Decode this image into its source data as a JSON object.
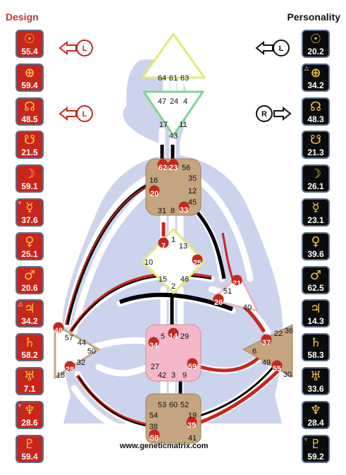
{
  "headers": {
    "design": "Design",
    "personality": "Personality"
  },
  "design": [
    {
      "glyph": "☉",
      "value": "55.4",
      "mark": ""
    },
    {
      "glyph": "⊕",
      "value": "59.4",
      "mark": ""
    },
    {
      "glyph": "☊",
      "value": "48.5",
      "mark": ""
    },
    {
      "glyph": "☋",
      "value": "21.5",
      "mark": ""
    },
    {
      "glyph": "☽",
      "value": "59.1",
      "mark": ""
    },
    {
      "glyph": "☿",
      "value": "37.6",
      "mark": "▿"
    },
    {
      "glyph": "♀",
      "value": "25.1",
      "mark": ""
    },
    {
      "glyph": "♂",
      "value": "20.6",
      "mark": ""
    },
    {
      "glyph": "♃",
      "value": "34.2",
      "mark": "△"
    },
    {
      "glyph": "♄",
      "value": "58.2",
      "mark": ""
    },
    {
      "glyph": "♅",
      "value": "7.1",
      "mark": ""
    },
    {
      "glyph": "♆",
      "value": "28.6",
      "mark": "▿"
    },
    {
      "glyph": "♇",
      "value": "59.4",
      "mark": ""
    }
  ],
  "personality": [
    {
      "glyph": "☉",
      "value": "20.2",
      "mark": ""
    },
    {
      "glyph": "⊕",
      "value": "34.2",
      "mark": "△"
    },
    {
      "glyph": "☊",
      "value": "48.3",
      "mark": ""
    },
    {
      "glyph": "☋",
      "value": "21.3",
      "mark": ""
    },
    {
      "glyph": "☽",
      "value": "26.1",
      "mark": ""
    },
    {
      "glyph": "☿",
      "value": "23.1",
      "mark": ""
    },
    {
      "glyph": "♀",
      "value": "39.6",
      "mark": ""
    },
    {
      "glyph": "♂",
      "value": "62.5",
      "mark": ""
    },
    {
      "glyph": "♃",
      "value": "14.3",
      "mark": ""
    },
    {
      "glyph": "♄",
      "value": "58.3",
      "mark": ""
    },
    {
      "glyph": "♅",
      "value": "33.6",
      "mark": ""
    },
    {
      "glyph": "♆",
      "value": "28.4",
      "mark": ""
    },
    {
      "glyph": "♇",
      "value": "59.2",
      "mark": "▿"
    }
  ],
  "arrows": {
    "design_sun": "L",
    "design_node": "L",
    "personality_sun": "L",
    "personality_node": "R"
  },
  "gates": {
    "g64": "64",
    "g61": "61",
    "g63": "63",
    "g47": "47",
    "g24": "24",
    "g4": "4",
    "g17": "17",
    "g11": "11",
    "g43": "43",
    "g62": "62",
    "g23": "23",
    "g56": "56",
    "g16": "16",
    "g35": "35",
    "g20": "20",
    "g12": "12",
    "g45": "45",
    "g31": "31",
    "g8": "8",
    "g33": "33",
    "g7": "7",
    "g1": "1",
    "g13": "13",
    "g10": "10",
    "g25": "25",
    "g15": "15",
    "g2": "2",
    "g46": "46",
    "g21": "21",
    "g51": "51",
    "g26": "26",
    "g40": "40",
    "g48": "48",
    "g57": "57",
    "g44": "44",
    "g50": "50",
    "g32": "32",
    "g28": "28",
    "g18": "18",
    "g5": "5",
    "g14": "14",
    "g29": "29",
    "g34": "34",
    "g27": "27",
    "g59": "59",
    "g42": "42",
    "g3": "3",
    "g9": "9",
    "g36": "36",
    "g22": "22",
    "g37": "37",
    "g6": "6",
    "g49": "49",
    "g55": "55",
    "g30": "30",
    "g53": "53",
    "g60": "60",
    "g52": "52",
    "g54": "54",
    "g19": "19",
    "g38": "38",
    "g39": "39",
    "g58": "58",
    "g41": "41"
  },
  "footer": {
    "url": "www.geneticmatrix.com"
  },
  "colors": {
    "design": "#c8261b",
    "personality": "#0b0b0b",
    "silhouette": "#ccd3ec",
    "centerBrown": "#c4a580",
    "sacralPink": "#f5b8c8"
  }
}
